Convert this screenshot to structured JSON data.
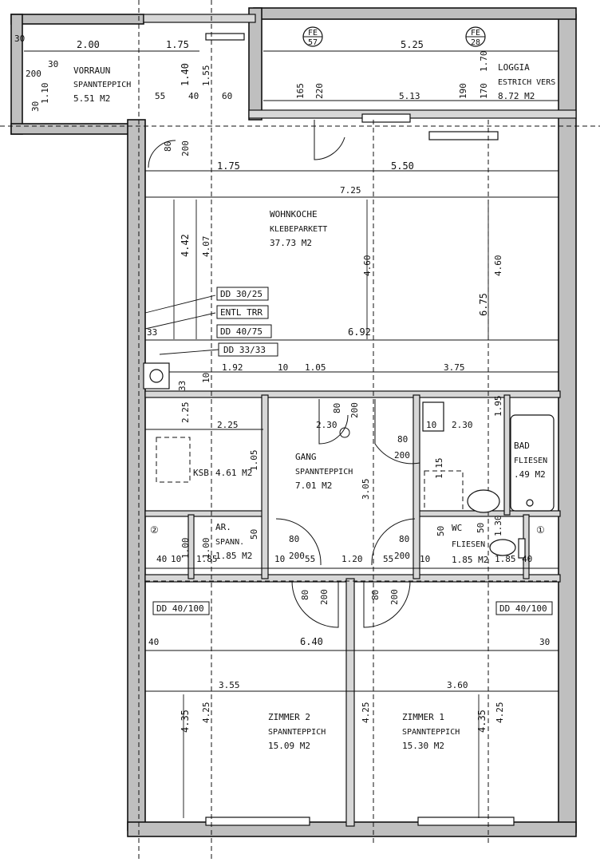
{
  "rooms": {
    "vorraum": {
      "name": "VORRAUN",
      "floor": "SPANNTEPPICH",
      "area": "5.51 M2"
    },
    "loggia": {
      "name": "LOGGIA",
      "floor": "ESTRICH VERS",
      "area": "8.72 M2"
    },
    "wohnkueche": {
      "name": "WOHNKOCHE",
      "floor": "KLEBEPARKETT",
      "area": "37.73 M2"
    },
    "gang": {
      "name": "GANG",
      "floor": "SPANNTEPPICH",
      "area": "7.01 M2"
    },
    "bad": {
      "name": "BAD",
      "floor": "FLIESEN",
      "area": ".49 M2"
    },
    "wc": {
      "name": "WC",
      "floor": "FLIESEN",
      "area": "1.85 M2"
    },
    "ar": {
      "name": "AR.",
      "floor": "SPANN.",
      "area": "1.85 M2"
    },
    "ksb": {
      "name": "KSB",
      "area": "4.61 M2"
    },
    "zimmer2": {
      "name": "ZIMMER 2",
      "floor": "SPANNTEPPICH",
      "area": "15.09 M2"
    },
    "zimmer1": {
      "name": "ZIMMER 1",
      "floor": "SPANNTEPPICH",
      "area": "15.30 M2"
    }
  },
  "tags": {
    "dd3025": "DD 30/25",
    "entl": "ENTL TRR",
    "dd4075": "DD 40/75",
    "dd3333": "DD 33/33",
    "dd40100_left": "DD 40/100",
    "dd40100_right": "DD 40/100"
  },
  "circles": {
    "fe57": {
      "top": "FE",
      "bottom": "57"
    },
    "fe28": {
      "top": "FE",
      "bottom": "28"
    },
    "c2": "②",
    "c1": "①"
  },
  "dims": {
    "d_200_top": "2.00",
    "d_175_top": "1.75",
    "d_525": "5.25",
    "d_140": "1.40",
    "d_155": "1.55",
    "d_30a": "30",
    "d_30b": "30",
    "d_200v": "200",
    "d_110": "1.10",
    "d_30c": "30",
    "d_55": "55",
    "d_40": "40",
    "d_60": "60",
    "d_165": "165",
    "d_220": "220",
    "d_513": "5.13",
    "d_190": "190",
    "d_170": "1.70",
    "d_170b": "170",
    "d_80a": "80",
    "d_200a": "200",
    "d_175": "1.75",
    "d_550": "5.50",
    "d_725": "7.25",
    "d_442": "4.42",
    "d_407": "4.07",
    "d_460a": "4.60",
    "d_460b": "4.60",
    "d_675": "6.75",
    "d_33": "33",
    "d_692": "6.92",
    "d_192": "1.92",
    "d_10a": "10",
    "d_105": "1.05",
    "d_375": "3.75",
    "d_33b": "33",
    "d_10b": "10",
    "d_225": "2.25",
    "d_225v": "2.25",
    "d_80b": "80",
    "d_200b": "200",
    "d_230a": "2.30",
    "d_10c": "10",
    "d_230b": "2.30",
    "d_195": "1.95",
    "d_80c": "80",
    "d_200c": "200",
    "d_115": "1.15",
    "d_305": "3.05",
    "d_80d": "80",
    "d_200d": "200",
    "d_80e": "80",
    "d_200e": "200",
    "d_120": "1.20",
    "d_55b": "55",
    "d_55c": "55",
    "d_10d": "10",
    "d_10e": "10",
    "d_50a": "50",
    "d_50b": "50",
    "d_50c": "50",
    "d_185a": "1.85",
    "d_185b": "1.85",
    "d_100a": "1.00",
    "d_100b": "1.00",
    "d_40b": "40",
    "d_10f": "10",
    "d_80f": "80",
    "d_200f": "200",
    "d_80g": "80",
    "d_200g": "200",
    "d_40c": "40",
    "d_640": "6.40",
    "d_40d": "40",
    "d_355": "3.55",
    "d_360": "3.60",
    "d_435a": "4.35",
    "d_425a": "4.25",
    "d_425b": "4.25",
    "d_435b": "4.35",
    "d_425c": "4.25",
    "d_130": "1.30",
    "d_105v": "1.05",
    "d_30d": "30"
  }
}
